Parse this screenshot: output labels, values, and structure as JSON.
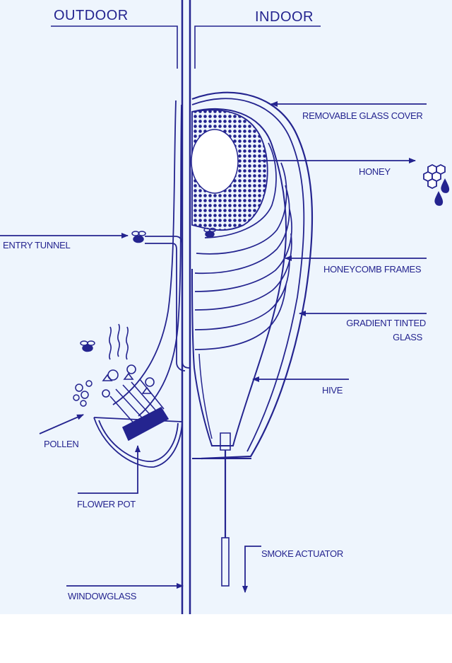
{
  "labels": {
    "outdoor": "OUTDOOR",
    "indoor": "INDOOR",
    "removable_glass_cover": "REMOVABLE GLASS COVER",
    "honey": "HONEY",
    "entry_tunnel": "ENTRY TUNNEL",
    "honeycomb_frames": "HONEYCOMB FRAMES",
    "gradient_tinted_glass_line1": "GRADIENT TINTED",
    "gradient_tinted_glass_line2": "GLASS",
    "hive": "HIVE",
    "pollen": "POLLEN",
    "flower_pot": "FLOWER POT",
    "smoke_actuator": "SMOKE ACTUATOR",
    "window_glass": "WINDOWGLASS"
  },
  "colors": {
    "ink": "#24248f",
    "panel_background": "#eef5fd",
    "page_background": "#ffffff"
  }
}
